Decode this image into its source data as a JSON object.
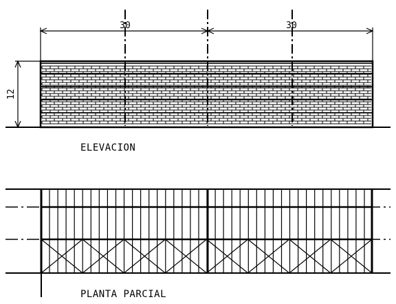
{
  "elevation": {
    "span_left": "30",
    "span_right": "30",
    "height": "12",
    "title": "ELEVACION"
  },
  "plan": {
    "title": "PLANTA PARCIAL"
  },
  "colors": {
    "ink": "#000000",
    "background": "#ffffff"
  }
}
